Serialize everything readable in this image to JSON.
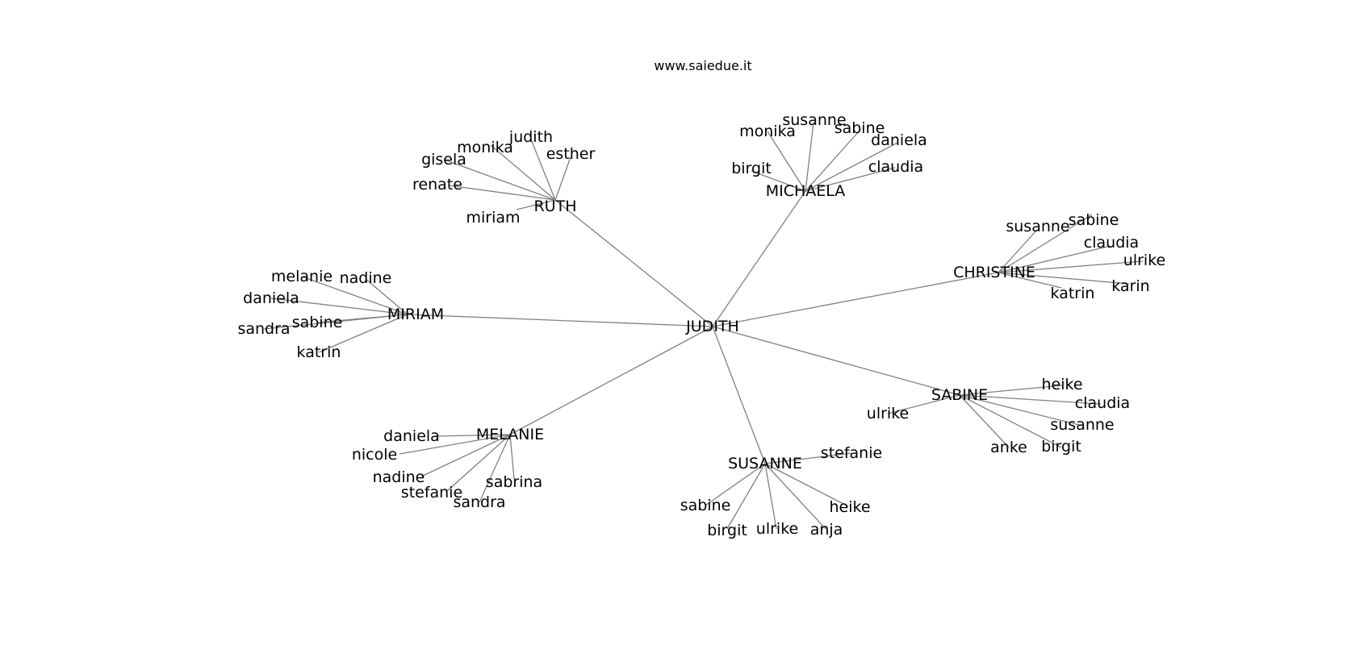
{
  "caption": "www.saiedue.it",
  "style": {
    "edge_color": "#808080",
    "text_color": "#000000",
    "background": "#ffffff"
  },
  "graph": {
    "center": "JUDITH",
    "groups": [
      {
        "hub": "RUTH",
        "leaves": [
          "judith",
          "monika",
          "gisela",
          "esther",
          "renate",
          "miriam"
        ]
      },
      {
        "hub": "MICHAELA",
        "leaves": [
          "susanne",
          "monika",
          "sabine",
          "daniela",
          "birgit",
          "claudia"
        ]
      },
      {
        "hub": "CHRISTINE",
        "leaves": [
          "sabine",
          "susanne",
          "claudia",
          "ulrike",
          "karin",
          "katrin"
        ]
      },
      {
        "hub": "MIRIAM",
        "leaves": [
          "melanie",
          "nadine",
          "daniela",
          "sabine",
          "sandra",
          "katrin"
        ]
      },
      {
        "hub": "SABINE",
        "leaves": [
          "heike",
          "claudia",
          "ulrike",
          "susanne",
          "anke",
          "birgit"
        ]
      },
      {
        "hub": "MELANIE",
        "leaves": [
          "daniela",
          "nicole",
          "nadine",
          "sabrina",
          "stefanie",
          "sandra"
        ]
      },
      {
        "hub": "SUSANNE",
        "leaves": [
          "stefanie",
          "sabine",
          "heike",
          "birgit",
          "ulrike",
          "anja"
        ]
      }
    ]
  }
}
